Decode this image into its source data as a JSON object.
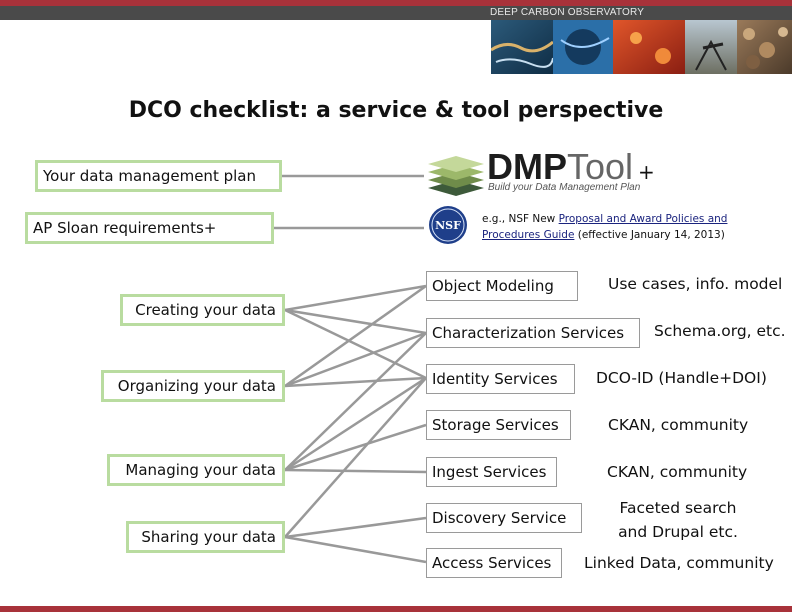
{
  "banner": {
    "title": "DEEP CARBON OBSERVATORY"
  },
  "slide": {
    "title": "DCO checklist: a service & tool perspective"
  },
  "left_boxes": {
    "dmp": "Your data management plan",
    "sloan": "AP Sloan requirements+",
    "creating": "Creating your data",
    "organizing": "Organizing your data",
    "managing": "Managing your data",
    "sharing": "Sharing your data"
  },
  "dmptool": {
    "word_bold": "DMP",
    "word_light": "Tool",
    "tagline": "Build your Data Management Plan",
    "plus": "+"
  },
  "nsf": {
    "logo_text": "NSF",
    "prefix": "e.g., NSF New ",
    "link": "Proposal and Award Policies and Procedures Guide",
    "suffix": " (effective January 14, 2013)"
  },
  "services": {
    "object_modeling": "Object Modeling",
    "characterization": "Characterization Services",
    "identity": "Identity Services",
    "storage": "Storage Services",
    "ingest": "Ingest Services",
    "discovery": "Discovery Service",
    "access": "Access Services"
  },
  "notes": {
    "object_modeling": "Use cases, info. model",
    "characterization": "Schema.org, etc.",
    "identity": "DCO-ID (Handle+DOI)",
    "storage": "CKAN, community",
    "ingest": "CKAN, community",
    "discovery": "Faceted search and Drupal etc.",
    "access": "Linked Data, community"
  },
  "colors": {
    "accent_bar": "#a8323a",
    "green_border": "#b9dca0",
    "connector": "#999999"
  }
}
